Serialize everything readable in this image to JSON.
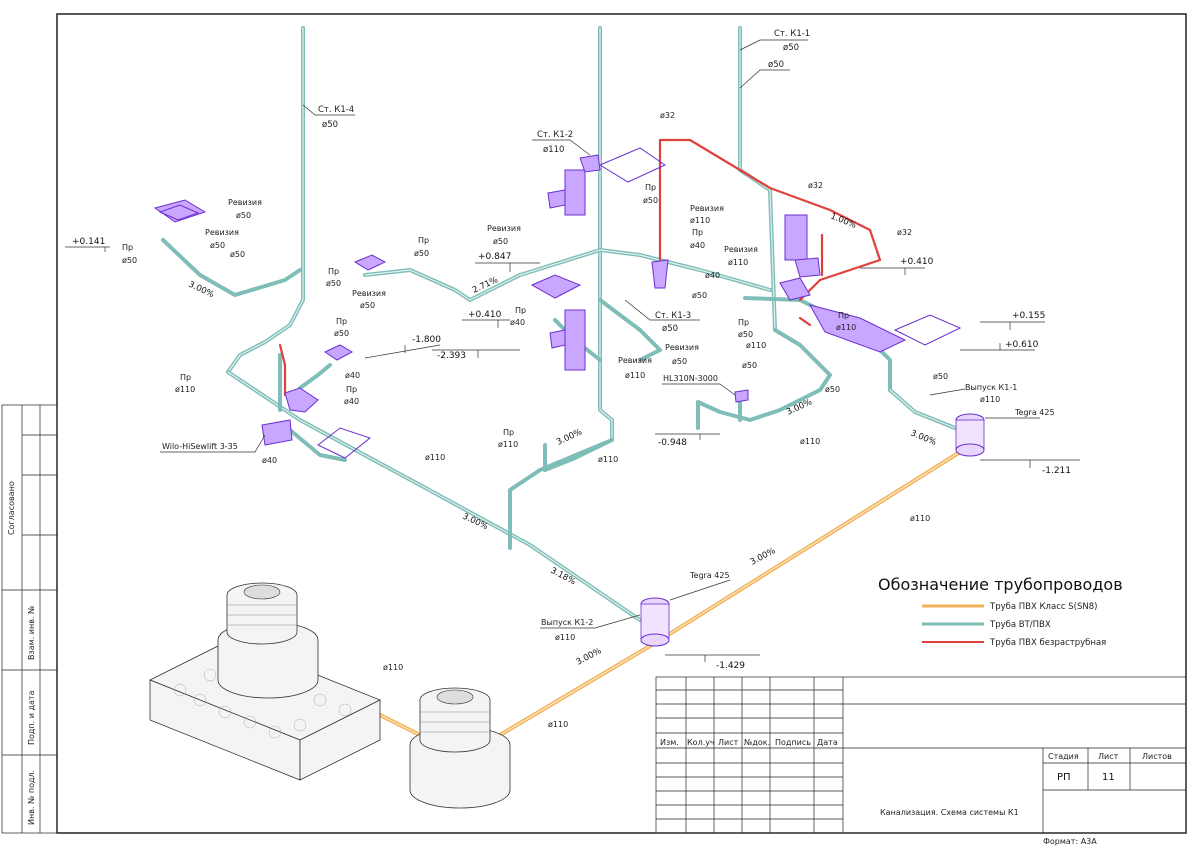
{
  "stamp": {
    "side_labels": [
      "Согласовано",
      "Взам. инв. №",
      "Подп. и дата",
      "Инв. № подл."
    ],
    "columns": [
      "Изм.",
      "Кол.уч",
      "Лист",
      "№док.",
      "Подпись",
      "Дата"
    ],
    "stage_header": "Стадия",
    "sheet_header": "Лист",
    "sheets_header": "Листов",
    "stage_value": "РП",
    "sheet_value": "11",
    "title": "Канализация. Схема системы К1",
    "format": "Формат: А3А"
  },
  "legend": {
    "title": "Обозначение трубопроводов",
    "items": [
      {
        "label": "Труба ПВХ Класс S(SN8)",
        "color": "#f2b15a"
      },
      {
        "label": "Труба ВТ/ПВХ",
        "color": "#7fbdb8"
      },
      {
        "label": "Труба ПВХ безраструбная",
        "color": "#e0403a"
      }
    ]
  },
  "risers": {
    "k1_4": {
      "name": "Ст. К1-4",
      "dia": "ø50"
    },
    "k1_2": {
      "name": "Ст. К1-2",
      "dia": "ø110"
    },
    "k1_1": {
      "name": "Ст. К1-1",
      "dia": "ø50",
      "dia2": "ø50"
    },
    "k1_3": {
      "name": "Ст. К1-3",
      "dia": "ø50"
    }
  },
  "levels": {
    "l1": "+0.141",
    "l2": "+0.847",
    "l3": "+0.410",
    "l4": "-1.800",
    "l5": "-2.393",
    "l6": "+0.410",
    "l7": "+0.155",
    "l8": "+0.610",
    "l9": "-0.948",
    "l10": "-1.211",
    "l11": "-1.429"
  },
  "slopes": {
    "s1": "3.00%",
    "s2": "2.71%",
    "s3": "1.00%",
    "s4": "3.00%",
    "s5": "3.00%",
    "s6": "3.00%",
    "s7": "3.00%",
    "s8": "3.18%",
    "s9": "3.00%",
    "s10": "3.00%"
  },
  "labels": {
    "revision": "Ревизия",
    "pr": "Пр",
    "d50": "ø50",
    "d40": "ø40",
    "d32": "ø32",
    "d110": "ø110",
    "wilo": "Wilo-HiSewlift 3-35",
    "hl": "HL310N-3000",
    "tegra": "Tegra 425",
    "outlet1": "Выпуск К1-1",
    "outlet2": "Выпуск К1-2"
  }
}
